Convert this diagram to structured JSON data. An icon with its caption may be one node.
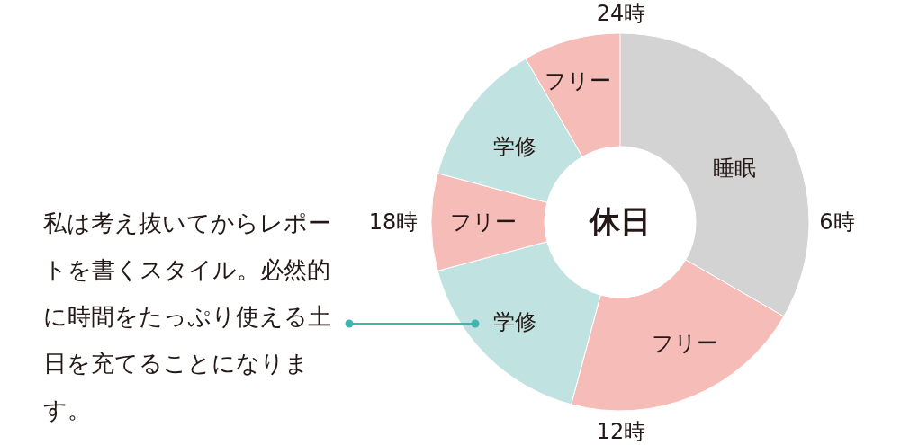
{
  "diagram": {
    "nodes": [
      {
        "text": [
          "私は考え抜いてからレポートを書くスタイル。必然的に時間をたっぷり使える土日を充てることになります。"
        ]
      },
      {
        "text": [
          "休日"
        ]
      },
      {
        "text": [
          "睡眠"
        ]
      },
      {
        "text": [
          "フリー"
        ]
      },
      {
        "text": [
          "学修"
        ]
      },
      {
        "text": [
          "フリー"
        ]
      },
      {
        "text": [
          "学修"
        ]
      },
      {
        "text": [
          "フリー"
        ]
      }
    ],
    "edges": [
      {
        "from": 0,
        "to": 4,
        "arrow": "other",
        "color": "#3fb5b0"
      }
    ],
    "labels": [
      "24時",
      "6時",
      "12時",
      "18時"
    ]
  }
}
